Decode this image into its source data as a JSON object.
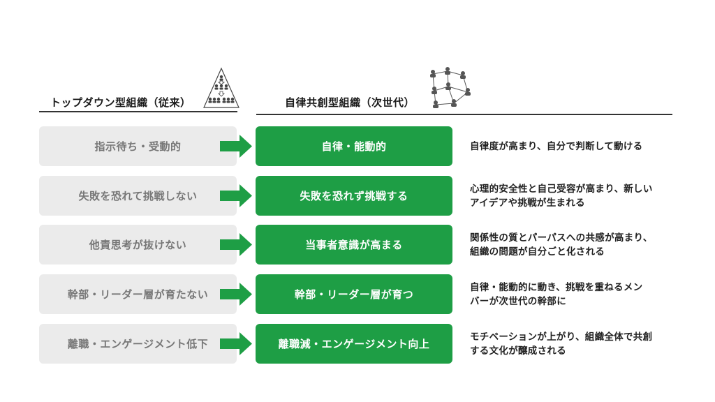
{
  "headers": {
    "left": "トップダウン型組織（従来）",
    "right": "自律共創型組織（次世代）"
  },
  "icons": {
    "left": "hierarchy-pyramid-people-icon",
    "right": "network-people-icon"
  },
  "colors": {
    "green": "#1e9e45",
    "grey_box": "#ebebeb",
    "grey_text": "#777777"
  },
  "rows": [
    {
      "old": "指示待ち・受動的",
      "new": "自律・能動的",
      "desc": [
        "自律度が高まり、自分で判断して動ける"
      ]
    },
    {
      "old": "失敗を恐れて挑戦しない",
      "new": "失敗を恐れず挑戦する",
      "desc": [
        "心理的安全性と自己受容が高まり、新しい",
        "アイデアや挑戦が生まれる"
      ]
    },
    {
      "old": "他責思考が抜けない",
      "new": "当事者意識が高まる",
      "desc": [
        "関係性の質とパーパスへの共感が高まり、",
        "組織の問題が自分ごと化される"
      ]
    },
    {
      "old": "幹部・リーダー層が育たない",
      "new": "幹部・リーダー層が育つ",
      "desc": [
        "自律・能動的に動き、挑戦を重ねるメン",
        "バーが次世代の幹部に"
      ]
    },
    {
      "old": "離職・エンゲージメント低下",
      "new": "離職減・エンゲージメント向上",
      "desc": [
        "モチベーションが上がり、組織全体で共創",
        "する文化が醸成される"
      ]
    }
  ]
}
